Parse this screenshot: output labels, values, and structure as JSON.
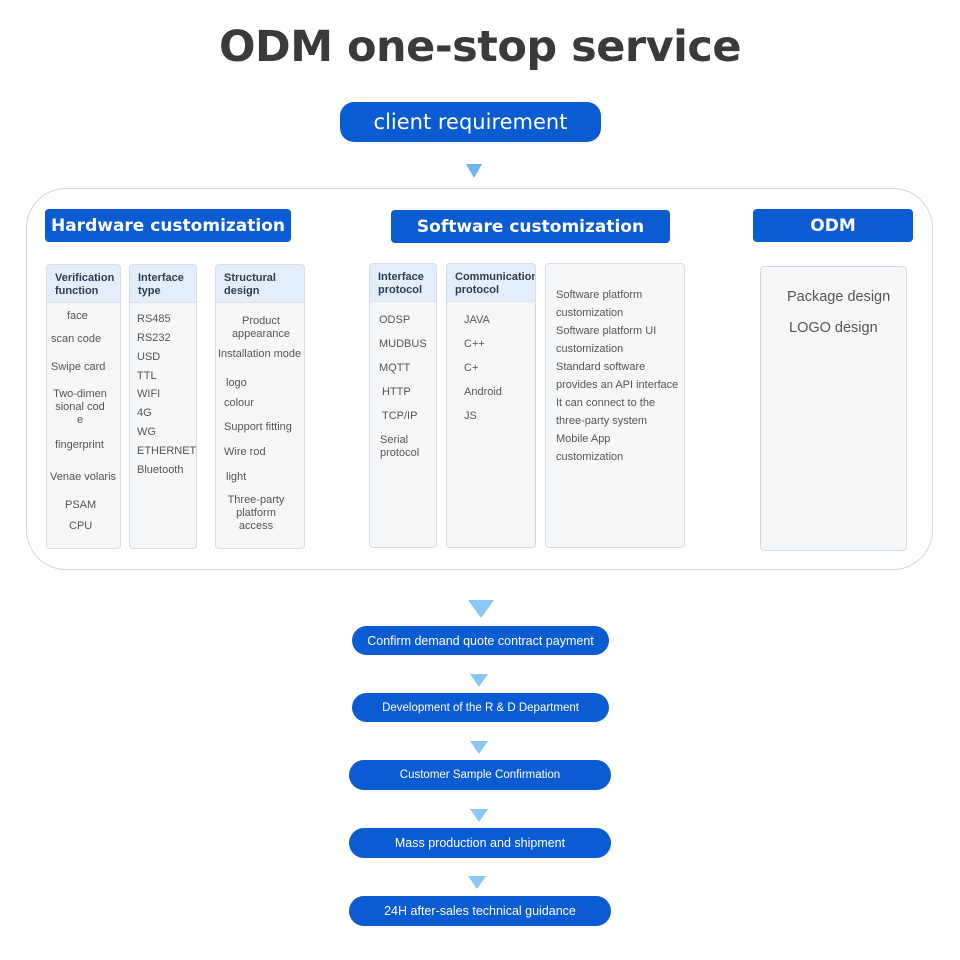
{
  "title": "ODM one-stop service",
  "client_requirement": "client  requirement",
  "hardware": {
    "label": "Hardware customization",
    "columns": [
      {
        "header": "Verification function",
        "items": [
          "face",
          "scan  code",
          "Swipe card",
          "Two-dimensional code",
          "fingerprint",
          "Venae volaris",
          "PSAM",
          "CPU"
        ]
      },
      {
        "header": "Interface type",
        "items": [
          "RS485",
          "RS232",
          "USD",
          "TTL",
          "WIFI",
          "4G",
          "WG",
          "ETHERNET",
          "Bluetooth"
        ]
      },
      {
        "header": "Structural design",
        "items": [
          "Product appearance",
          "Installation mode",
          "logo",
          "colour",
          "Support fitting",
          "Wire rod",
          "light",
          "Three-party platform access"
        ]
      }
    ]
  },
  "software": {
    "label": "Software customization",
    "columns": [
      {
        "header": "Interface protocol",
        "items": [
          "ODSP",
          "MUDBUS",
          "MQTT",
          "HTTP",
          "TCP/IP",
          "Serial protocol"
        ]
      },
      {
        "header": "Communication protocol",
        "items": [
          "JAVA",
          "C++",
          "C+",
          "Android",
          "JS"
        ]
      }
    ],
    "notes": [
      "Software platform customization",
      "Software platform UI customization",
      "Standard software provides an API interface",
      "It can connect to the three-party system",
      "Mobile App customization"
    ]
  },
  "odm": {
    "label": "ODM",
    "items": [
      "Package design",
      "LOGO design"
    ]
  },
  "flow": [
    "Confirm demand quote contract payment",
    "Development of the R & D Department",
    "Customer Sample Confirmation",
    "Mass production and shipment",
    "24H after-sales technical guidance"
  ],
  "colors": {
    "accent": "#0b5bd3",
    "arrow": "#8cc8f5",
    "header_bg": "#e4eefb",
    "column_bg": "#f6f7f9"
  }
}
